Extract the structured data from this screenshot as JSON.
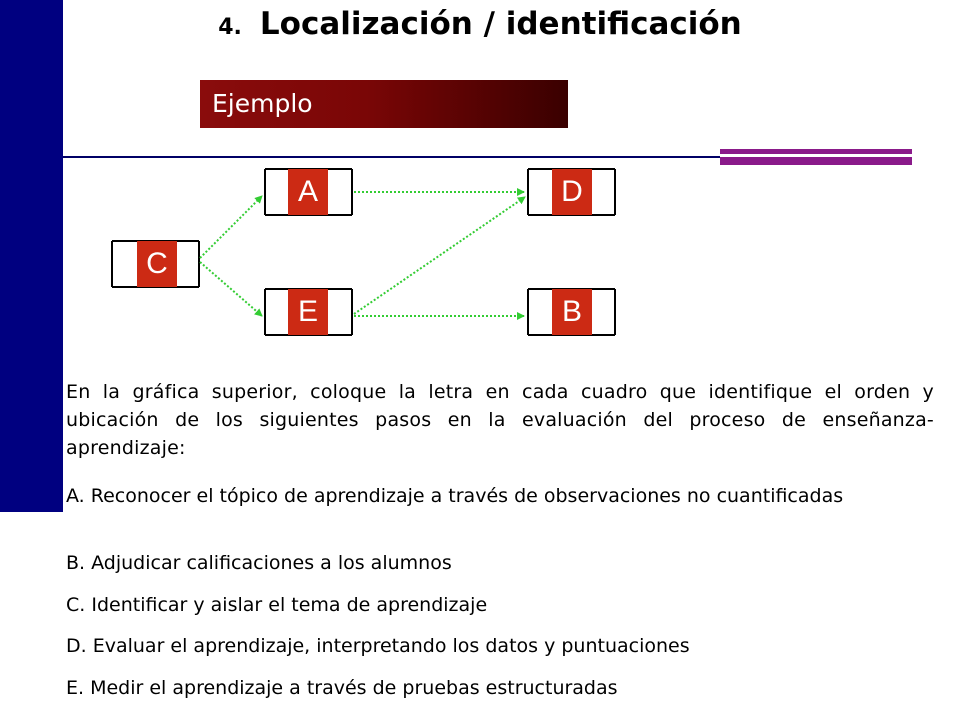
{
  "slide": {
    "number": "4.",
    "title": "Localización / identificación",
    "banner": "Ejemplo"
  },
  "diagram": {
    "nodes": {
      "A": "A",
      "C": "C",
      "D": "D",
      "E": "E",
      "B": "B"
    },
    "edges": [
      {
        "from": "C",
        "to": "A"
      },
      {
        "from": "C",
        "to": "E"
      },
      {
        "from": "A",
        "to": "D"
      },
      {
        "from": "E",
        "to": "D"
      },
      {
        "from": "E",
        "to": "B"
      }
    ],
    "arrow_color": "#33cc33",
    "node_fill": "#cc2a14"
  },
  "body": {
    "paragraph": "En la gráfica superior, coloque la letra en cada cuadro que identifique el orden y ubicación de los siguientes pasos en la evaluación del proceso de enseñanza-aprendizaje:",
    "items": [
      " A. Reconocer el tópico de aprendizaje a través de observaciones no cuantificadas",
      " B. Adjudicar calificaciones a los alumnos",
      " C. Identificar y aislar el tema de aprendizaje",
      " D. Evaluar el aprendizaje, interpretando los datos y puntuaciones",
      " E. Medir el aprendizaje a través de pruebas estructuradas"
    ]
  },
  "colors": {
    "sidebar": "#000080",
    "banner": "#7a0606",
    "accent": "#8a1a8a"
  }
}
